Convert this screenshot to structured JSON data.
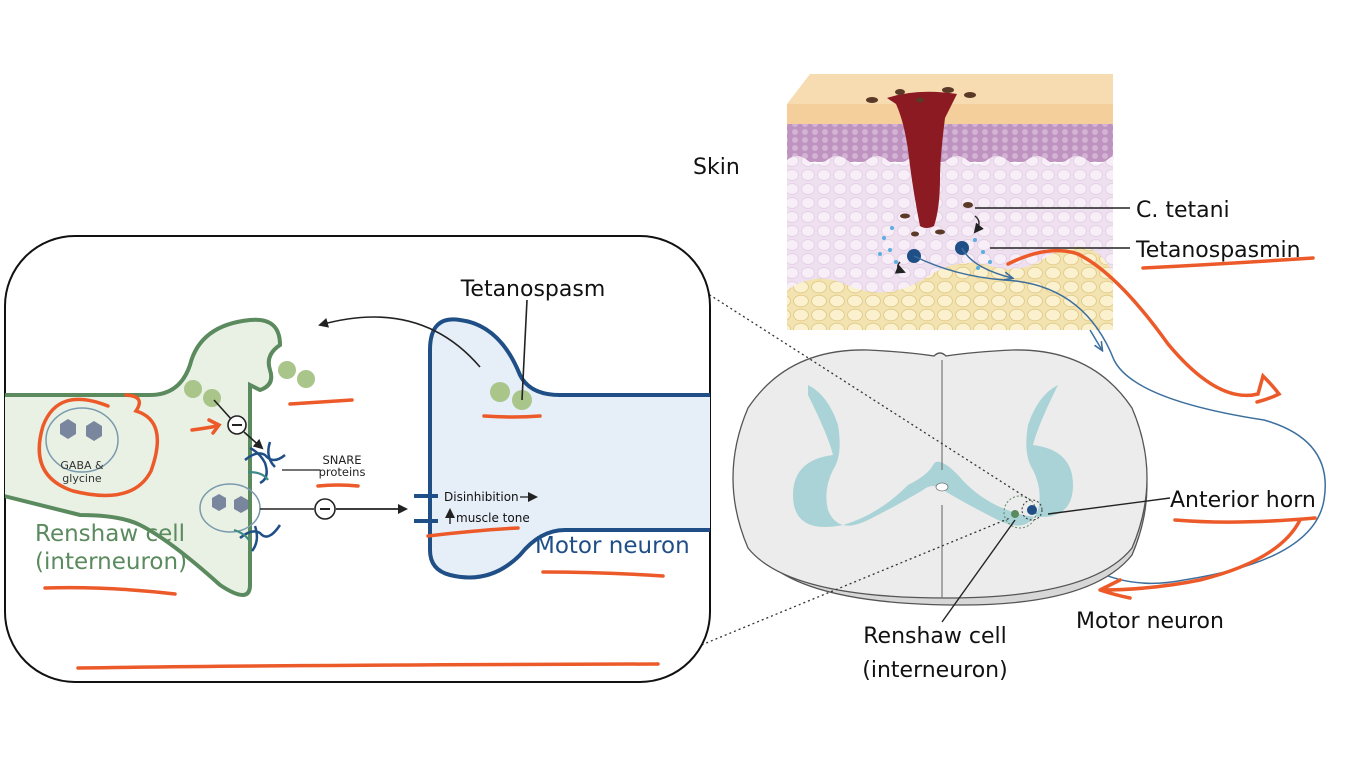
{
  "labels": {
    "skin": "Skin",
    "c_tetani": "C. tetani",
    "tetanospasmin": "Tetanospasmin",
    "anterior_horn": "Anterior horn",
    "motor_neuron_right": "Motor neuron",
    "renshaw_right_line1": "Renshaw cell",
    "renshaw_right_line2": "(interneuron)",
    "tetanospasm": "Tetanospasm",
    "gaba_line1": "GABA &",
    "gaba_line2": "glycine",
    "snare_line1": "SNARE",
    "snare_line2": "proteins",
    "disinhibition": "Disinhibition",
    "muscle_tone": "muscle tone",
    "renshaw_left_line1": "Renshaw cell",
    "renshaw_left_line2": "(interneuron)",
    "motor_neuron_left": "Motor neuron"
  },
  "colors": {
    "renshaw_green": "#5a8a5e",
    "renshaw_fill": "#e8f1e4",
    "motor_blue": "#1f4f86",
    "motor_fill": "#e6eef8",
    "vesicle": "#a9c58a",
    "gray_matter": "#a9d3d6",
    "cord_fill": "#ececec",
    "annotation_orange": "#ec5a2a",
    "wound": "#8c1a22"
  }
}
